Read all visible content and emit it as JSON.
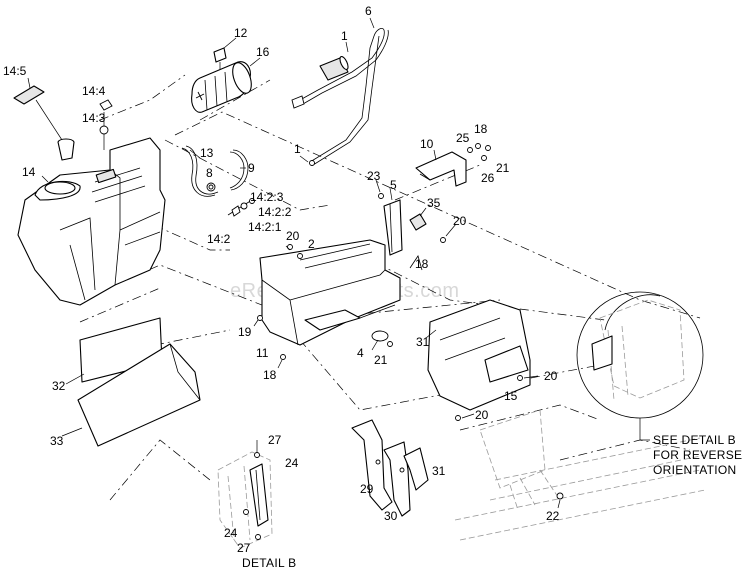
{
  "watermark": "eReplacementParts.com",
  "notes": {
    "see_detail": [
      "SEE DETAIL B",
      "FOR REVERSE",
      "ORIENTATION"
    ],
    "detail_b": "DETAIL B"
  },
  "callouts": [
    {
      "id": "c6",
      "label": "6"
    },
    {
      "id": "c1a",
      "label": "1"
    },
    {
      "id": "c12",
      "label": "12"
    },
    {
      "id": "c16",
      "label": "16"
    },
    {
      "id": "c14_5",
      "label": "14:5"
    },
    {
      "id": "c14_4",
      "label": "14:4"
    },
    {
      "id": "c14_3",
      "label": "14:3"
    },
    {
      "id": "c14",
      "label": "14"
    },
    {
      "id": "c13",
      "label": "13"
    },
    {
      "id": "c9",
      "label": "9"
    },
    {
      "id": "c8",
      "label": "8"
    },
    {
      "id": "c1b",
      "label": "1"
    },
    {
      "id": "c10",
      "label": "10"
    },
    {
      "id": "c25",
      "label": "25"
    },
    {
      "id": "c18a",
      "label": "18"
    },
    {
      "id": "c21a",
      "label": "21"
    },
    {
      "id": "c26",
      "label": "26"
    },
    {
      "id": "c23",
      "label": "23"
    },
    {
      "id": "c5",
      "label": "5"
    },
    {
      "id": "c14_2_3",
      "label": "14:2:3"
    },
    {
      "id": "c14_2_2",
      "label": "14:2:2"
    },
    {
      "id": "c14_2_1",
      "label": "14:2:1"
    },
    {
      "id": "c14_2",
      "label": "14:2"
    },
    {
      "id": "c35",
      "label": "35"
    },
    {
      "id": "c20a",
      "label": "20"
    },
    {
      "id": "c20b",
      "label": "20"
    },
    {
      "id": "c2",
      "label": "2"
    },
    {
      "id": "c18b",
      "label": "18"
    },
    {
      "id": "c19",
      "label": "19"
    },
    {
      "id": "c11",
      "label": "11"
    },
    {
      "id": "c4",
      "label": "4"
    },
    {
      "id": "c21b",
      "label": "21"
    },
    {
      "id": "c31a",
      "label": "31"
    },
    {
      "id": "c18c",
      "label": "18"
    },
    {
      "id": "c20c",
      "label": "20"
    },
    {
      "id": "c15",
      "label": "15"
    },
    {
      "id": "c20d",
      "label": "20"
    },
    {
      "id": "c32",
      "label": "32"
    },
    {
      "id": "c33",
      "label": "33"
    },
    {
      "id": "c27a",
      "label": "27"
    },
    {
      "id": "c24a",
      "label": "24"
    },
    {
      "id": "c24b",
      "label": "24"
    },
    {
      "id": "c27b",
      "label": "27"
    },
    {
      "id": "c29",
      "label": "29"
    },
    {
      "id": "c31b",
      "label": "31"
    },
    {
      "id": "c30",
      "label": "30"
    },
    {
      "id": "c22",
      "label": "22"
    }
  ]
}
